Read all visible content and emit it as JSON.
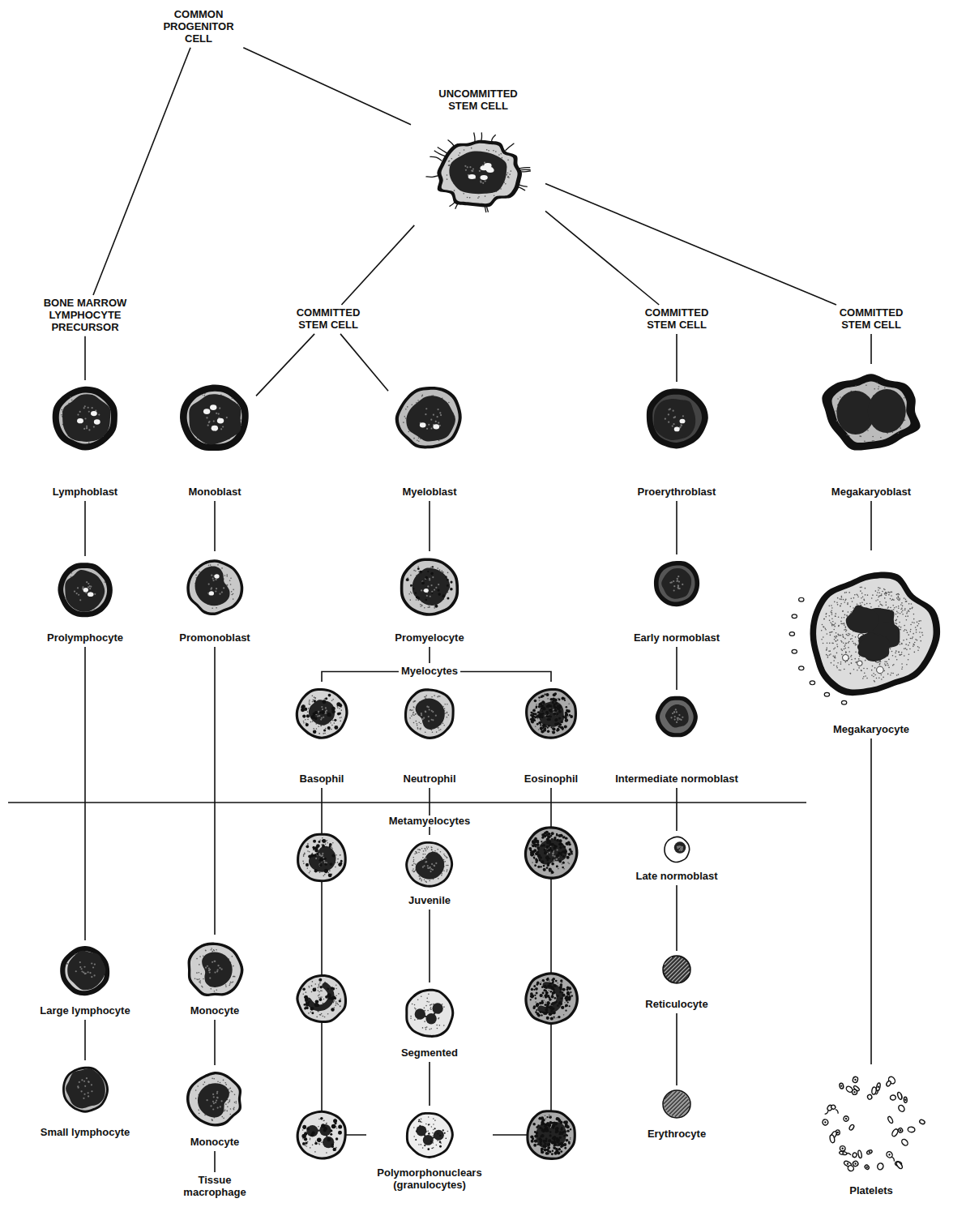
{
  "diagram": {
    "nodes": [
      {
        "text": [
          "COMMON PROGENITOR CELL"
        ]
      },
      {
        "text": [
          "UNCOMMITTED STEM CELL"
        ]
      },
      {
        "text": [
          "BONE MARROW LYMPHOCYTE PRECURSOR"
        ]
      },
      {
        "text": [
          "COMMITTED STEM CELL"
        ]
      },
      {
        "text": [
          "COMMITTED STEM CELL"
        ]
      },
      {
        "text": [
          "COMMITTED STEM CELL"
        ]
      },
      {
        "text": [
          "Lymphoblast"
        ]
      },
      {
        "text": [
          "Monoblast"
        ]
      },
      {
        "text": [
          "Myeloblast"
        ]
      },
      {
        "text": [
          "Proerythroblast"
        ]
      },
      {
        "text": [
          "Megakaryoblast"
        ]
      },
      {
        "text": [
          "Prolymphocyte"
        ]
      },
      {
        "text": [
          "Promonoblast"
        ]
      },
      {
        "text": [
          "Promyelocyte"
        ]
      },
      {
        "text": [
          "Early normoblast"
        ]
      },
      {
        "text": [
          "Megakaryocyte"
        ]
      },
      {
        "text": [
          "Myelocytes"
        ]
      },
      {
        "text": [
          "Basophil"
        ]
      },
      {
        "text": [
          "Neutrophil"
        ]
      },
      {
        "text": [
          "Eosinophil"
        ]
      },
      {
        "text": [
          "Intermediate normoblast"
        ]
      },
      {
        "text": [
          "Juvenile"
        ]
      },
      {
        "text": [
          "Late normoblast"
        ]
      },
      {
        "text": [
          "Large lymphocyte"
        ]
      },
      {
        "text": [
          "Monocyte"
        ]
      },
      {
        "text": [
          "Segmented"
        ]
      },
      {
        "text": [
          "Reticulocyte"
        ]
      },
      {
        "text": [
          "Small lymphocyte"
        ]
      },
      {
        "text": [
          "Monocyte"
        ]
      },
      {
        "text": [
          "Polymorphonuclears (granulocytes)"
        ]
      },
      {
        "text": [
          "Erythrocyte"
        ]
      },
      {
        "text": [
          "Tissue macrophage"
        ]
      },
      {
        "text": [
          "Platelets"
        ]
      }
    ],
    "edges": [
      {
        "from": 0,
        "to": 1,
        "arrow": "none"
      },
      {
        "from": 0,
        "to": 2,
        "arrow": "none"
      },
      {
        "from": 1,
        "to": 3,
        "arrow": "none"
      },
      {
        "from": 1,
        "to": 4,
        "arrow": "none"
      },
      {
        "from": 1,
        "to": 5,
        "arrow": "none"
      },
      {
        "from": 2,
        "to": 6,
        "arrow": "none"
      },
      {
        "from": 3,
        "to": 7,
        "arrow": "none"
      },
      {
        "from": 3,
        "to": 8,
        "arrow": "none"
      },
      {
        "from": 4,
        "to": 9,
        "arrow": "none"
      },
      {
        "from": 5,
        "to": 10,
        "arrow": "none"
      },
      {
        "from": 6,
        "to": 11,
        "arrow": "none"
      },
      {
        "from": 7,
        "to": 12,
        "arrow": "none"
      },
      {
        "from": 8,
        "to": 13,
        "arrow": "none"
      },
      {
        "from": 9,
        "to": 14,
        "arrow": "none"
      },
      {
        "from": 10,
        "to": 15,
        "arrow": "none"
      },
      {
        "from": 13,
        "to": 16,
        "arrow": "none"
      },
      {
        "from": 16,
        "to": 17,
        "arrow": "none"
      },
      {
        "from": 16,
        "to": 19,
        "arrow": "none"
      },
      {
        "from": 14,
        "to": 20,
        "arrow": "none"
      },
      {
        "from": 18,
        "to": 21,
        "label": "Metamyelocytes",
        "arrow": "none"
      },
      {
        "from": 20,
        "to": 22,
        "arrow": "none"
      },
      {
        "from": 11,
        "to": 23,
        "arrow": "none"
      },
      {
        "from": 12,
        "to": 24,
        "arrow": "none"
      },
      {
        "from": 21,
        "to": 25,
        "arrow": "none"
      },
      {
        "from": 22,
        "to": 26,
        "arrow": "none"
      },
      {
        "from": 23,
        "to": 27,
        "arrow": "none"
      },
      {
        "from": 24,
        "to": 28,
        "arrow": "none"
      },
      {
        "from": 25,
        "to": 29,
        "arrow": "none"
      },
      {
        "from": 17,
        "to": 29,
        "arrow": "none"
      },
      {
        "from": 19,
        "to": 29,
        "arrow": "none"
      },
      {
        "from": 26,
        "to": 30,
        "arrow": "none"
      },
      {
        "from": 28,
        "to": 31,
        "arrow": "none"
      },
      {
        "from": 15,
        "to": 32,
        "arrow": "none"
      }
    ]
  }
}
